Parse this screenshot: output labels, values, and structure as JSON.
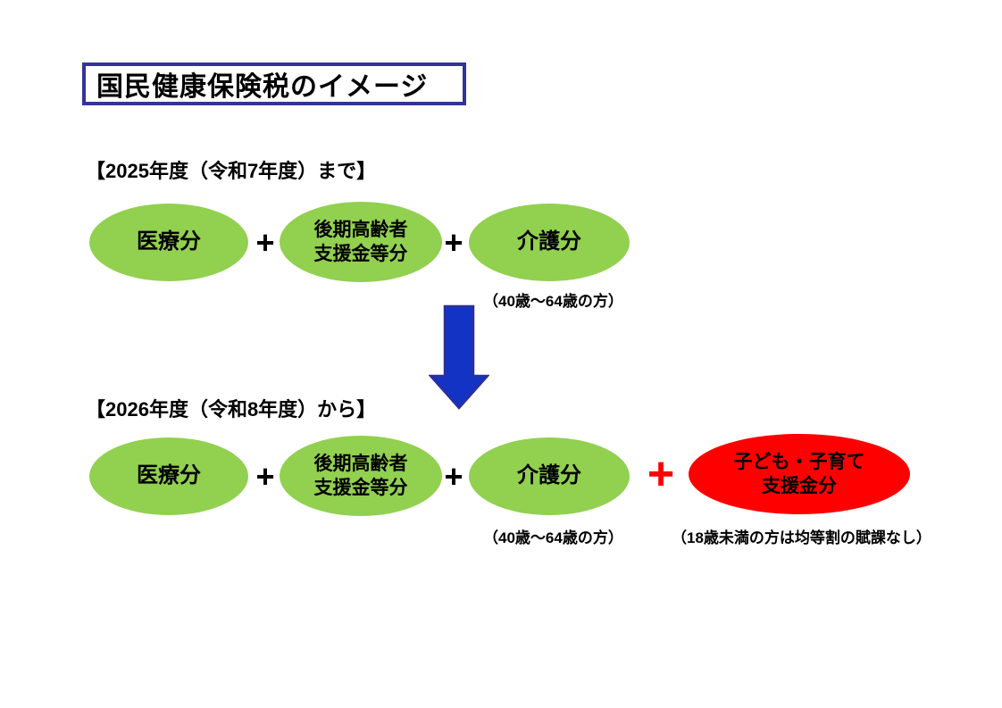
{
  "title": "国民健康保険税のイメージ",
  "colors": {
    "green": "#92d050",
    "red": "#ff0000",
    "arrow_blue": "#1233c4",
    "title_border": "#333399",
    "text": "#000000"
  },
  "before": {
    "heading": "【2025年度（令和7年度）まで】",
    "medical": "医療分",
    "plus1": "+",
    "support_line1": "後期高齢者",
    "support_line2": "支援金等分",
    "plus2": "+",
    "care": "介護分",
    "care_note": "（40歳～64歳の方）"
  },
  "after": {
    "heading": "【2026年度（令和8年度）から】",
    "medical": "医療分",
    "plus1": "+",
    "support_line1": "後期高齢者",
    "support_line2": "支援金等分",
    "plus2": "+",
    "care": "介護分",
    "care_note": "（40歳～64歳の方）",
    "plus3": "+",
    "child_line1": "子ども・子育て",
    "child_line2": "支援金分",
    "child_note": "（18歳未満の方は均等割の賦課なし）"
  }
}
